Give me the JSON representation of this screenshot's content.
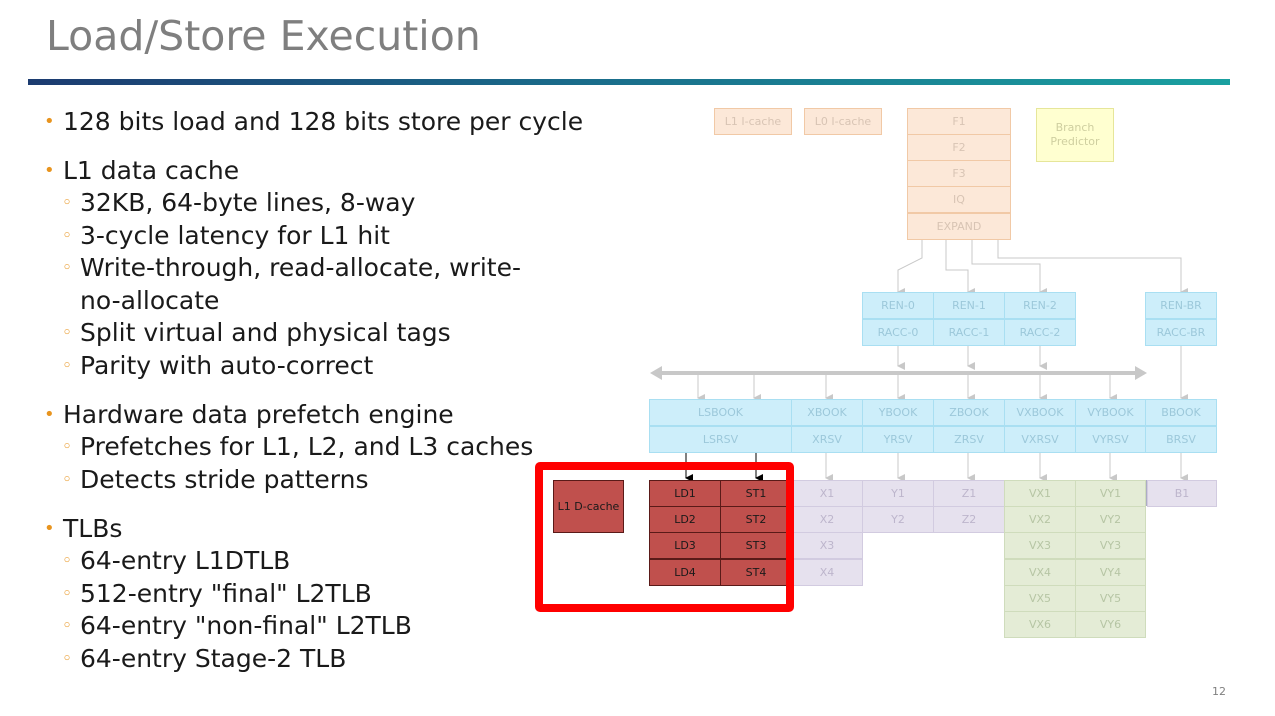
{
  "slide": {
    "title": "Load/Store Execution",
    "page_number": "12"
  },
  "bullets": [
    {
      "text": "128 bits load and 128 bits store per cycle",
      "subs": []
    },
    {
      "text": "L1 data cache",
      "subs": [
        "32KB, 64-byte lines, 8-way",
        "3-cycle latency for L1 hit",
        "Write-through, read-allocate, write-no-allocate",
        "Split virtual and physical tags",
        "Parity with auto-correct"
      ]
    },
    {
      "text": "Hardware data prefetch engine",
      "subs": [
        "Prefetches for L1, L2, and L3 caches",
        "Detects stride patterns"
      ]
    },
    {
      "text": "TLBs",
      "subs": [
        "64-entry L1DTLB",
        "512-entry \"final\" L2TLB",
        "64-entry \"non-final\" L2TLB",
        "64-entry Stage-2 TLB"
      ]
    }
  ],
  "diagram": {
    "frontend": {
      "l1_icache": "L1 I-cache",
      "l0_icache": "L0 I-cache",
      "stages": [
        "F1",
        "F2",
        "F3",
        "IQ",
        "EXPAND"
      ],
      "branch_predictor": "Branch Predictor"
    },
    "rename": [
      [
        "REN-0",
        "RACC-0"
      ],
      [
        "REN-1",
        "RACC-1"
      ],
      [
        "REN-2",
        "RACC-2"
      ],
      [
        "REN-BR",
        "RACC-BR"
      ]
    ],
    "issue_queues": [
      [
        "LSBOOK",
        "LSRSV"
      ],
      [
        "XBOOK",
        "XRSV"
      ],
      [
        "YBOOK",
        "YRSV"
      ],
      [
        "ZBOOK",
        "ZRSV"
      ],
      [
        "VXBOOK",
        "VXRSV"
      ],
      [
        "VYBOOK",
        "VYRSV"
      ],
      [
        "BBOOK",
        "BRSV"
      ]
    ],
    "l1_dcache": "L1 D-cache",
    "load_units": [
      "LD1",
      "LD2",
      "LD3",
      "LD4"
    ],
    "store_units": [
      "ST1",
      "ST2",
      "ST3",
      "ST4"
    ],
    "x_units": [
      "X1",
      "X2",
      "X3",
      "X4"
    ],
    "y_units": [
      "Y1",
      "Y2"
    ],
    "z_units": [
      "Z1",
      "Z2"
    ],
    "vx_units": [
      "VX1",
      "VX2",
      "VX3",
      "VX4",
      "VX5",
      "VX6"
    ],
    "vy_units": [
      "VY1",
      "VY2",
      "VY3",
      "VY4",
      "VY5",
      "VY6"
    ],
    "b_units": [
      "B1"
    ]
  },
  "colors": {
    "highlight": "#ff0000",
    "bullet": "#e8941e",
    "load_store": "#c0504d"
  }
}
